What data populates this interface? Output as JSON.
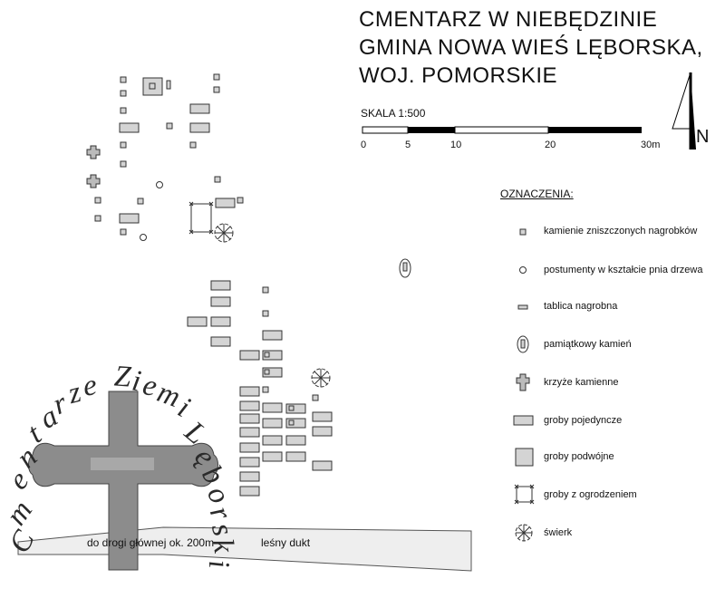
{
  "title": {
    "line1": "CMENTARZ W NIEBĘDZINIE",
    "line2": "GMINA NOWA WIEŚ LĘBORSKA,",
    "line3": "WOJ. POMORSKIE"
  },
  "scale": {
    "label": "SKALA 1:500",
    "ticks": [
      "0",
      "5",
      "10",
      "20",
      "30m"
    ]
  },
  "north_label": "N",
  "legend": {
    "title": "OZNACZENIA:",
    "items": [
      {
        "icon": "small-square-icon",
        "label": "kamienie zniszczonych nagrobków"
      },
      {
        "icon": "small-circle-icon",
        "label": "postumenty w kształcie pnia drzewa"
      },
      {
        "icon": "thin-rectangle-icon",
        "label": "tablica nagrobna"
      },
      {
        "icon": "memorial-stone-icon",
        "label": "pamiątkowy kamień"
      },
      {
        "icon": "stone-cross-icon",
        "label": "krzyże kamienne"
      },
      {
        "icon": "single-grave-icon",
        "label": "groby pojedyncze"
      },
      {
        "icon": "double-grave-icon",
        "label": "groby podwójne"
      },
      {
        "icon": "fenced-grave-icon",
        "label": "groby z ogrodzeniem"
      },
      {
        "icon": "spruce-icon",
        "label": "świerk"
      }
    ]
  },
  "road": {
    "label_main": "do drogi głównej ok. 200m",
    "label_forest": "leśny dukt"
  },
  "watermark": "Cmentarze Ziemi Lęborskiej",
  "colors": {
    "grave_fill": "#d4d4d4",
    "road_fill": "#ececec",
    "cross": "#8c8c8c"
  }
}
